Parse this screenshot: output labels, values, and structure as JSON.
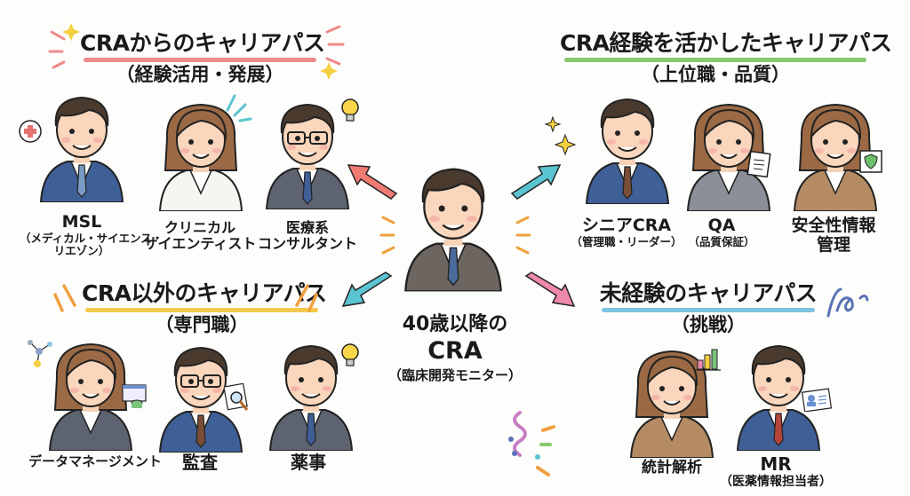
{
  "colors": {
    "background": "#fdfdfb",
    "underline_top_left": "#ef8a8a",
    "underline_top_right": "#86c96e",
    "underline_bottom_left": "#f2c94c",
    "underline_bottom_right": "#7ec3e0",
    "arrow_up_left": "#ef7b72",
    "arrow_up_right": "#5bc4d1",
    "arrow_down_left": "#5bc4d1",
    "arrow_down_right": "#ef88ad"
  },
  "center": {
    "line1": "40歳以降の",
    "line2": "CRA",
    "line3": "（臨床開発モニター）"
  },
  "sections": [
    {
      "id": "top-left",
      "title": "CRAからのキャリアパス",
      "subtitle": "（経験活用・発展）",
      "roles": [
        {
          "name": "MSL",
          "sub1": "（メディカル・サイエンス・",
          "sub2": "リエゾン）",
          "icon": "medical-cross-bubble-icon"
        },
        {
          "name": "クリニカル",
          "sub1": "サイエンティスト",
          "sub2": "",
          "icon": "sparkle-lines-icon"
        },
        {
          "name": "医療系",
          "sub1": "コンサルタント",
          "sub2": "",
          "icon": "lightbulb-icon"
        }
      ]
    },
    {
      "id": "top-right",
      "title": "CRA経験を活かしたキャリアパス",
      "subtitle": "（上位職・品質）",
      "roles": [
        {
          "name": "シニアCRA",
          "sub1": "（管理職・リーダー）",
          "sub2": "",
          "icon": "sparkle-icon"
        },
        {
          "name": "QA",
          "sub1": "（品質保証）",
          "sub2": "",
          "icon": "clipboard-icon"
        },
        {
          "name": "安全性情報",
          "sub1": "管理",
          "sub2": "",
          "icon": "shield-check-icon"
        }
      ]
    },
    {
      "id": "bottom-left",
      "title": "CRA以外のキャリアパス",
      "subtitle": "（専門職）",
      "roles": [
        {
          "name": "データマネージメント",
          "sub1": "",
          "sub2": "",
          "icon": "database-icon"
        },
        {
          "name": "監査",
          "sub1": "",
          "sub2": "",
          "icon": "magnifier-icon"
        },
        {
          "name": "薬事",
          "sub1": "",
          "sub2": "",
          "icon": "lightbulb-icon"
        }
      ]
    },
    {
      "id": "bottom-right",
      "title": "未経験のキャリアパス",
      "subtitle": "（挑戦）",
      "roles": [
        {
          "name": "統計解析",
          "sub1": "",
          "sub2": "",
          "icon": "bar-chart-icon"
        },
        {
          "name": "MR",
          "sub1": "（医薬情報担当者）",
          "sub2": "",
          "icon": "id-badge-icon"
        }
      ]
    }
  ]
}
